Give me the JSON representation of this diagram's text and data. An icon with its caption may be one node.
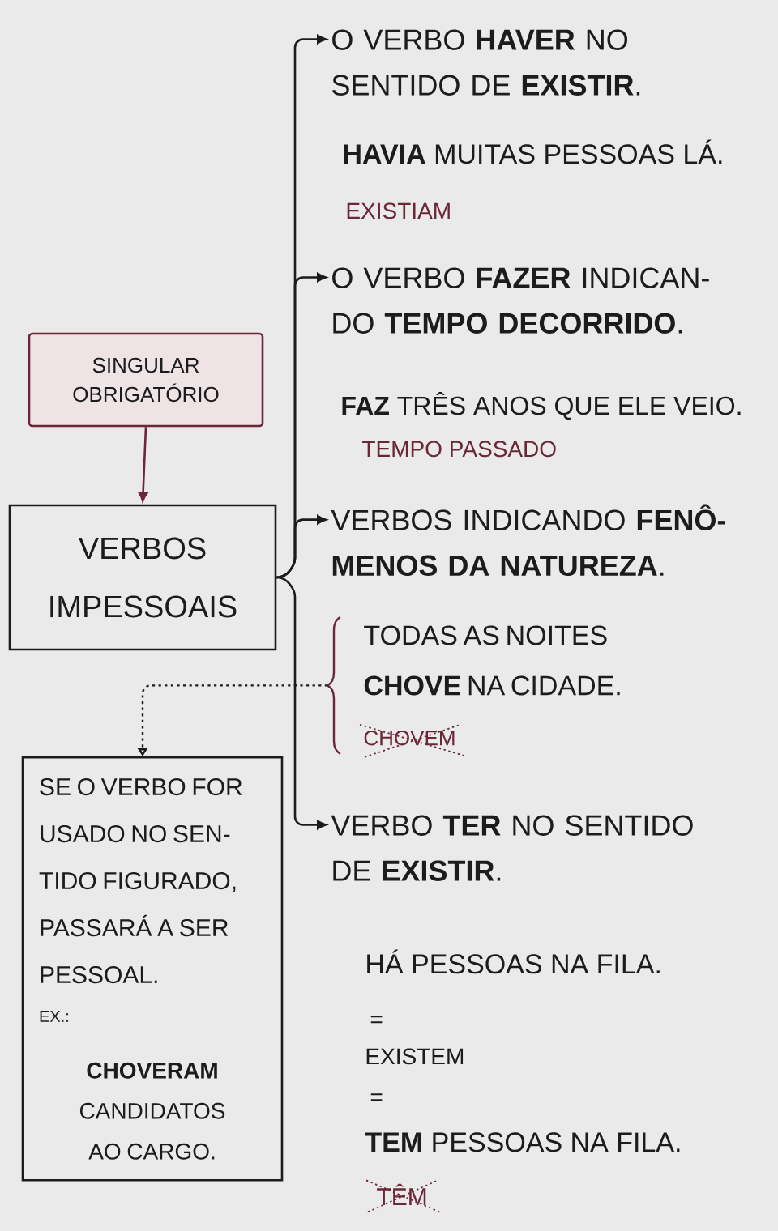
{
  "diagram": {
    "nodes": [
      {
        "text": [
          "SINGULAR OBRIGATÓRIO"
        ]
      },
      {
        "text": [
          "VERBOS IMPESSOAIS"
        ]
      },
      {
        "text": [
          "O VERBO **HAVER** NO SENTIDO DE **EXISTIR**."
        ]
      },
      {
        "text": [
          "O VERBO **FAZER** INDICAN- DO **TEMPO DECORRIDO**."
        ]
      },
      {
        "text": [
          "VERBOS INDICANDO **FENÔ- MENOS DA NATUREZA**."
        ]
      },
      {
        "text": [
          "TODAS AS NOITES **CHOVE** NA CIDADE.",
          "CHOVEM"
        ]
      },
      {
        "text": [
          "SE O VERBO FOR USADO NO SEN- TIDO FIGURADO, PASSARÁ A SER PESSOAL.",
          "EX.:",
          "**CHOVERAM** CANDIDATOS AO CARGO."
        ]
      },
      {
        "text": [
          "VERBO **TER** NO SENTIDO DE **EXISTIR**."
        ]
      }
    ],
    "edges": [
      {
        "from": 0,
        "to": 1,
        "arrow": "to",
        "color": "#6b2737"
      },
      {
        "from": 1,
        "to": 2,
        "arrow": "to"
      },
      {
        "from": 1,
        "to": 3,
        "arrow": "to"
      },
      {
        "from": 1,
        "to": 4,
        "arrow": "to"
      },
      {
        "from": 1,
        "to": 7,
        "arrow": "to"
      },
      {
        "from": 5,
        "to": 6,
        "arrow": "to",
        "style": "dashed"
      }
    ],
    "labels": [
      "**HAVIA** MUITAS PESSOAS LÁ.",
      "EXISTIAM",
      "**FAZ** TRÊS ANOS QUE ELE VEIO.",
      "TEMPO PASSADO",
      "HÁ PESSOAS NA FILA.",
      "=",
      "EXISTEM",
      "=",
      "**TEM** PESSOAS NA FILA.",
      "TÊM"
    ]
  }
}
